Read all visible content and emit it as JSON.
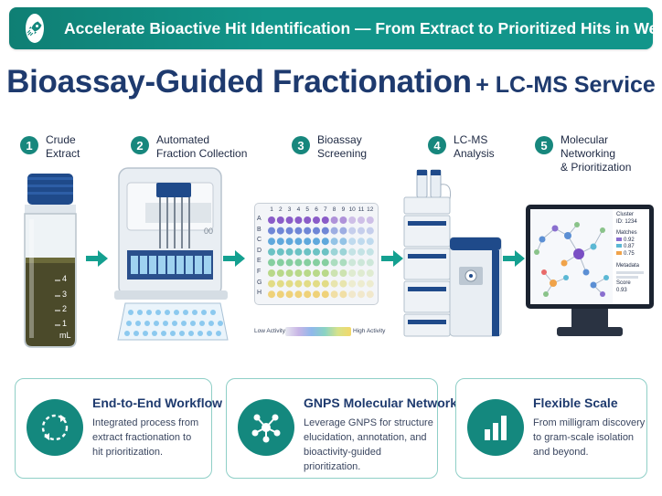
{
  "banner": {
    "text": "Accelerate Bioactive Hit Identification — From Extract to Prioritized Hits in Weeks",
    "icon": "rocket-icon"
  },
  "title": {
    "main": "Bioassay-Guided Fractionation",
    "sub": "+ LC-MS Service"
  },
  "steps": [
    {
      "num": "1",
      "label": "Crude\nExtract"
    },
    {
      "num": "2",
      "label": "Automated\nFraction Collection"
    },
    {
      "num": "3",
      "label": "Bioassay\nScreening"
    },
    {
      "num": "4",
      "label": "LC-MS\nAnalysis"
    },
    {
      "num": "5",
      "label": "Molecular Networking\n& Prioritization"
    }
  ],
  "vial": {
    "ticks": [
      "4",
      "3",
      "2",
      "1"
    ],
    "unit": "mL"
  },
  "collector": {
    "display": "00"
  },
  "plate": {
    "columns": [
      "1",
      "2",
      "3",
      "4",
      "5",
      "6",
      "7",
      "8",
      "9",
      "10",
      "11",
      "12"
    ],
    "rows": [
      "A",
      "B",
      "C",
      "D",
      "E",
      "F",
      "G",
      "H"
    ],
    "low_label": "Low Activity",
    "high_label": "High Activity"
  },
  "monitor": {
    "cluster_label": "Cluster",
    "cluster_id": "ID: 1234",
    "matches_label": "Matches",
    "matches": [
      "0.92",
      "0.87",
      "0.75"
    ],
    "metadata_label": "Metadata",
    "score_label": "Score",
    "score": "0.93"
  },
  "cards": [
    {
      "title": "End-to-End Workflow",
      "desc": "Integrated process from\nextract fractionation to\nhit prioritization.",
      "icon": "cycle-icon"
    },
    {
      "title": "GNPS Molecular Networking",
      "desc": "Leverage GNPS for structure\nelucidation, annotation, and\nbioactivity-guided prioritization.",
      "icon": "network-icon"
    },
    {
      "title": "Flexible Scale",
      "desc": "From milligram discovery\nto gram-scale isolation\nand beyond.",
      "icon": "bar-chart-icon"
    }
  ],
  "colors": {
    "teal": "#14887e",
    "navy": "#1e3a6e",
    "card_border": "#8fcfc7"
  }
}
